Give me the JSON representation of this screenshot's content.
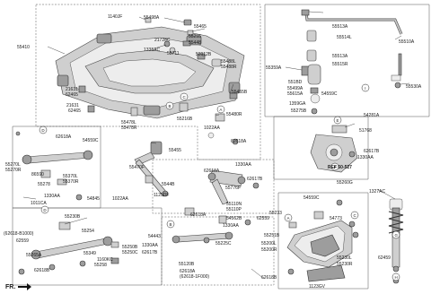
{
  "labels": {
    "l55410": "55410",
    "l1140JF": "1140JF",
    "l55498A": "55498A",
    "l55465": "55465",
    "l55255": "55255",
    "l21728C": "21728C",
    "l55448": "55448",
    "l1338AC": "1338AC",
    "l55711": "55711",
    "l53912B": "53912B",
    "l55488L": "55488L",
    "l55488R": "55488R",
    "l21631": "21631",
    "l62465a": "62465",
    "l55455B": "55455B",
    "l21631b": "21631",
    "l62465b": "62465",
    "l55478L": "55478L",
    "l55478R": "55478R",
    "l55216B": "55216B",
    "l55480R": "55480R",
    "l1022AA": "1022AA",
    "l62618Aa": "62618A",
    "l55455": "55455",
    "l55470F": "55470F",
    "l5544B": "5544B",
    "l1125DF": "1125DF",
    "l1022AAb": "1022AA",
    "l62618Ab": "62618A",
    "l54559Cb": "54559C",
    "l55270L": "55270L",
    "l55270R": "55270R",
    "l86590": "86590",
    "l55370L": "55370L",
    "l55370R": "55370R",
    "l55278": "55278",
    "l1330AAa": "1330AA",
    "l1011CA": "1011CA",
    "l54845": "54845",
    "l62618Ac": "62618A",
    "l1330AAb": "1330AA",
    "l62617B": "62617B",
    "l55776F": "55776F",
    "l55110N": "55110N",
    "l55110P": "55110P",
    "l55510A": "55510A",
    "l55513A": "55513A",
    "l55514L": "55514L",
    "l55513Ab": "55513A",
    "l55515R": "55515R",
    "l55359A": "55359A",
    "l551BD": "551BD",
    "l55499A": "55499A",
    "l55615A": "55615A",
    "l1359GA": "1359GA",
    "l55275B": "55275B",
    "l54559C": "54559C",
    "l55530A": "55530A",
    "l54281A": "54281A",
    "l51768": "51768",
    "l62617Bc": "62617B",
    "l1330AAc": "1330AA",
    "lREF50527": "REF 50-527",
    "l55260G": "55260G",
    "l1327AC": "1327AC",
    "l55230B": "55230B",
    "l55254": "55254",
    "l62618B1000": "(62618-B1000)",
    "l62559": "62559",
    "l55265A": "55265A",
    "l55250B": "55250B",
    "l55250C": "55250C",
    "l55349": "55349",
    "l1160KC": "1160KC",
    "l55258": "55258",
    "l62618B": "62618B",
    "l62618Ad": "62618A",
    "l54562B": "54562B",
    "l1330AAd": "1330AA",
    "l54443": "54443",
    "l1330AAe": "1330AA",
    "l62617Bb": "62617B",
    "l55225C": "55225C",
    "l55120B": "55120B",
    "l62618Ae": "62618A",
    "l62618_1F000": "(62618-1F000)",
    "l54559Cc": "54559C",
    "l55233": "55233",
    "l62559b": "62559",
    "l54773": "54773",
    "l55251B": "55251B",
    "l55200L": "55200L",
    "l55200R": "55200R",
    "l55230L": "55230L",
    "l55230R": "55230R",
    "l1123GV": "1123GV",
    "l62618Bb": "62618B",
    "l62459": "62459",
    "lFR": "FR."
  },
  "markers": {
    "A": "A",
    "B": "B",
    "C": "C",
    "D": "D",
    "E": "E",
    "F": "F",
    "G": "G",
    "H": "H",
    "I": "I"
  }
}
